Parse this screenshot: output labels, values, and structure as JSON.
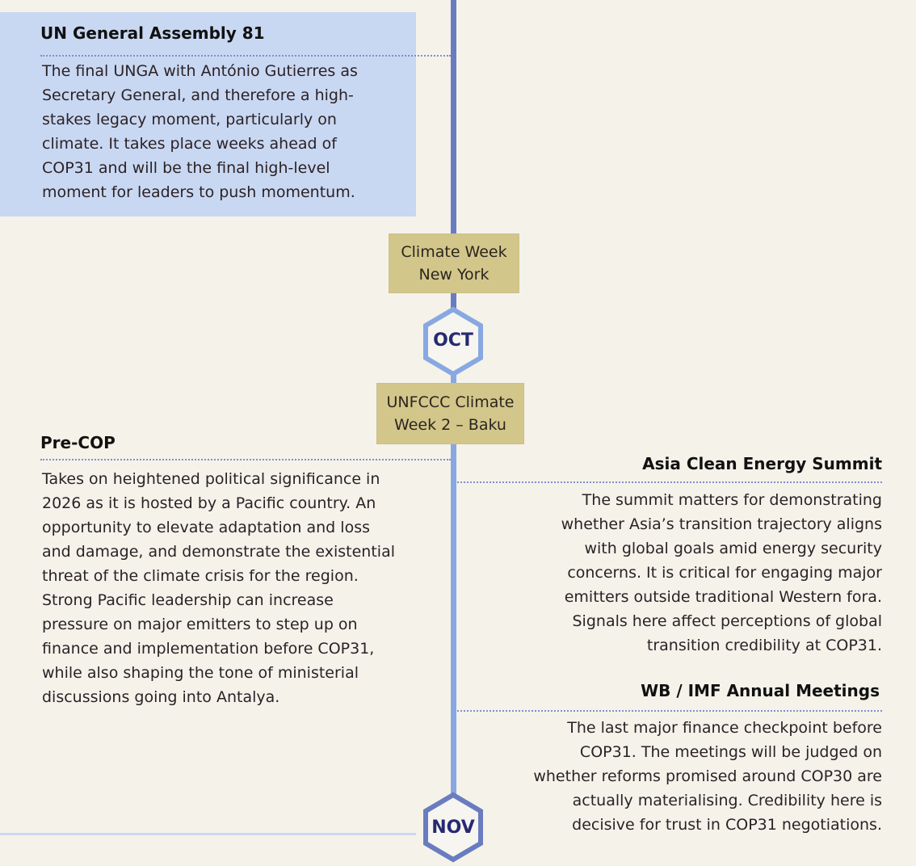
{
  "colors": {
    "line_dark": "#6a7cc0",
    "line_light": "#88a8e2",
    "highlight_box": "#c9d8f2",
    "tag_box": "#d3c68a",
    "month_text": "#262a73"
  },
  "events": {
    "unga": {
      "title": "UN General Assembly 81",
      "lines": [
        "The final UNGA with António Gutierres as",
        "Secretary General, and therefore a high-",
        "stakes legacy moment, particularly on",
        "climate. It takes place weeks ahead of",
        "COP31 and will be the final high-level",
        "moment for leaders to push momentum."
      ]
    },
    "precop": {
      "title": "Pre-COP",
      "lines": [
        "Takes on heightened political significance in",
        "2026 as it is hosted by a Pacific country. An",
        "opportunity to elevate adaptation and loss",
        "and damage, and demonstrate the existential",
        "threat of the climate crisis for the region.",
        "Strong Pacific leadership can increase",
        "pressure on major emitters to step up on",
        "finance and implementation before COP31,",
        "while also shaping the tone of ministerial",
        "discussions going into Antalya."
      ]
    },
    "asia": {
      "title": "Asia Clean Energy Summit",
      "lines": [
        "The summit matters for demonstrating",
        "whether Asia’s transition trajectory aligns",
        "with global goals amid energy security",
        "concerns. It is critical for engaging major",
        "emitters outside traditional Western fora.",
        "Signals here affect perceptions of global",
        "transition credibility at COP31."
      ]
    },
    "wbimf": {
      "title": "WB / IMF Annual Meetings",
      "lines": [
        "The last major finance checkpoint before",
        "COP31. The meetings will be judged on",
        "whether reforms promised around COP30 are",
        "actually materialising. Credibility here is",
        "decisive for trust in COP31 negotiations."
      ]
    }
  },
  "tags": {
    "climate_week_ny": [
      "Climate Week",
      "New York"
    ],
    "unfccc_baku": [
      "UNFCCC Climate",
      "Week 2 – Baku"
    ]
  },
  "months": {
    "oct": "OCT",
    "nov": "NOV"
  }
}
